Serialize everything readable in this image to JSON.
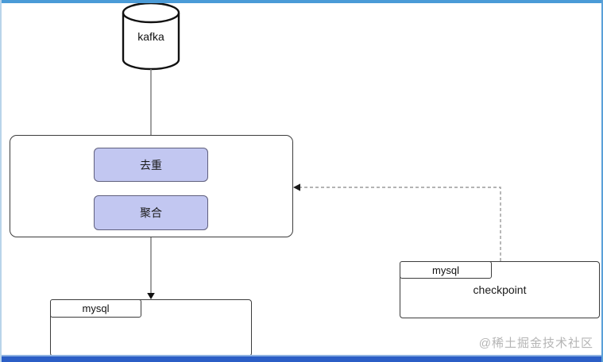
{
  "colors": {
    "top_bar": "#4a9bd7",
    "bottom_bar": "#2b5ec6",
    "bottom_bar_edge": "#8fb3e2",
    "side_border": "#b9d4ea",
    "right_border": "#5aa0d8",
    "step_fill": "#c2c7f1",
    "step_border": "#5f5f7d",
    "box_border": "#3c3c3c",
    "connector": "#808080",
    "dashed_connector": "#9a9a9a",
    "watermark": "#b5b5b5"
  },
  "diagram": {
    "source": {
      "label": "kafka",
      "shape": "cylinder"
    },
    "pipeline": {
      "steps": [
        {
          "label": "去重"
        },
        {
          "label": "聚合"
        }
      ]
    },
    "sink": {
      "tab_label": "mysql"
    },
    "checkpoint_store": {
      "tab_label": "mysql",
      "label": "checkpoint"
    },
    "connectors": [
      {
        "from": "kafka",
        "to": "pipeline",
        "style": "solid"
      },
      {
        "from": "pipeline",
        "to": "sink",
        "style": "solid-arrow"
      },
      {
        "from": "checkpoint_store",
        "to": "pipeline",
        "style": "dashed-arrow"
      }
    ]
  },
  "watermark": {
    "text": "@稀土掘金技术社区"
  }
}
